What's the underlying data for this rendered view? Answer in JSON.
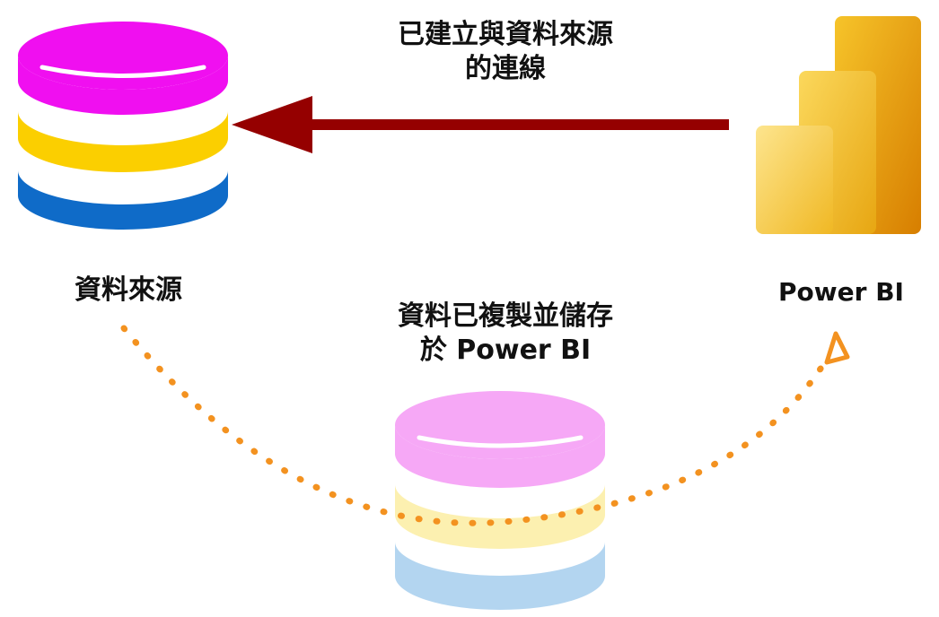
{
  "arrow_label": {
    "line1": "已建立與資料來源",
    "line2": "的連線"
  },
  "source_label": "資料來源",
  "powerbi_label": "Power BI",
  "copy_label": {
    "line1": "資料已複製並儲存",
    "line2": "於 Power BI"
  },
  "colors": {
    "db_magenta": "#f00ff0",
    "db_yellow": "#fbcf00",
    "db_blue": "#0f6bc8",
    "db_pink_light": "#f6a8f6",
    "db_yellow_light": "#fcf0b0",
    "db_blue_light": "#b3d5f0",
    "arrow_red": "#950000",
    "dotted_orange": "#f39220",
    "pbi_dark": "#e39a00",
    "pbi_mid": "#f2bf1b",
    "pbi_light": "#fce27e"
  },
  "icons": {
    "source": "database-icon",
    "copy": "database-copy-icon",
    "powerbi": "powerbi-logo-icon"
  }
}
